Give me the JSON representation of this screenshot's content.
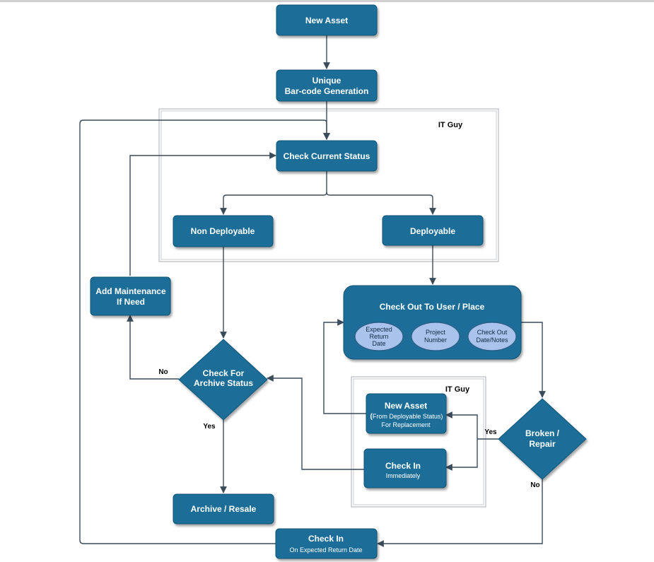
{
  "swimlanes": {
    "it_guy_top": "IT Guy",
    "it_guy_bottom": "IT Guy"
  },
  "nodes": {
    "new_asset": "New Asset",
    "barcode_line1": "Unique",
    "barcode_line2": "Bar-code Generation",
    "check_status": "Check Current Status",
    "non_deployable": "Non Deployable",
    "deployable": "Deployable",
    "add_maint_line1": "Add Maintenance",
    "add_maint_line2": "If Need",
    "checkout_title": "Check Out To User / Place",
    "oval_return_line1": "Expected",
    "oval_return_line2": "Return",
    "oval_return_line3": "Date",
    "oval_project_line1": "Project",
    "oval_project_line2": "Number",
    "oval_notes_line1": "Check Out",
    "oval_notes_line2": "Date/Notes",
    "archive_check_line1": "Check For",
    "archive_check_line2": "Archive Status",
    "replacement_title": "New Asset",
    "replacement_sub_bold_open": "(",
    "replacement_sub_line1": "From Deployable Status)",
    "replacement_sub_line2": "For Replacement",
    "checkin_now_title": "Check In",
    "checkin_now_sub": "Immediately",
    "broken_line1": "Broken /",
    "broken_line2": "Repair",
    "archive_resale": "Archive / Resale",
    "checkin_return_title": "Check In",
    "checkin_return_sub": "On Expected Return Date"
  },
  "edge_labels": {
    "archive_no": "No",
    "archive_yes": "Yes",
    "broken_yes": "Yes",
    "broken_no": "No"
  },
  "colors": {
    "node_fill": "#1a6e99",
    "oval_fill": "#a9c3ec",
    "edge": "#3a4b5a"
  }
}
